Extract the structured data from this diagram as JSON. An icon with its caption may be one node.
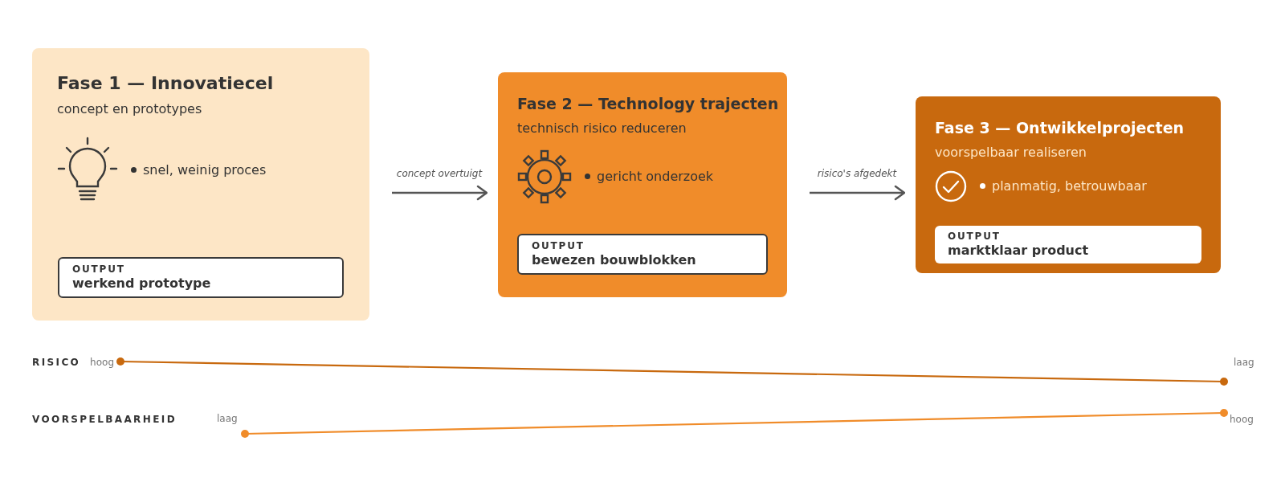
{
  "diagram": {
    "nodes": [
      {
        "text": [
          "Fase 1 — Innovatiecel",
          "concept en prototypes",
          "snel, weinig proces"
        ]
      },
      {
        "text": [
          "OUTPUT",
          "werkend prototype"
        ],
        "in": 0
      },
      {
        "text": [
          "Fase 2 — Technology trajecten",
          "technisch risico reduceren",
          "gericht onderzoek"
        ]
      },
      {
        "text": [
          "OUTPUT",
          "bewezen bouwblokken"
        ],
        "in": 2
      },
      {
        "text": [
          "Fase 3 — Ontwikkelprojecten",
          "voorspelbaar realiseren",
          "planmatig, betrouwbaar"
        ]
      },
      {
        "text": [
          "OUTPUT",
          "marktklaar product"
        ],
        "in": 4
      }
    ],
    "edges": [
      {
        "from": 0,
        "to": 2,
        "arrow": "to",
        "label": "concept overtuigt"
      },
      {
        "from": 2,
        "to": 4,
        "arrow": "to",
        "label": "risico's afgedekt"
      }
    ],
    "labels": [
      "RISICO",
      "hoog",
      "laag",
      "VOORSPELBAARHEID",
      "laag",
      "hoog"
    ]
  }
}
